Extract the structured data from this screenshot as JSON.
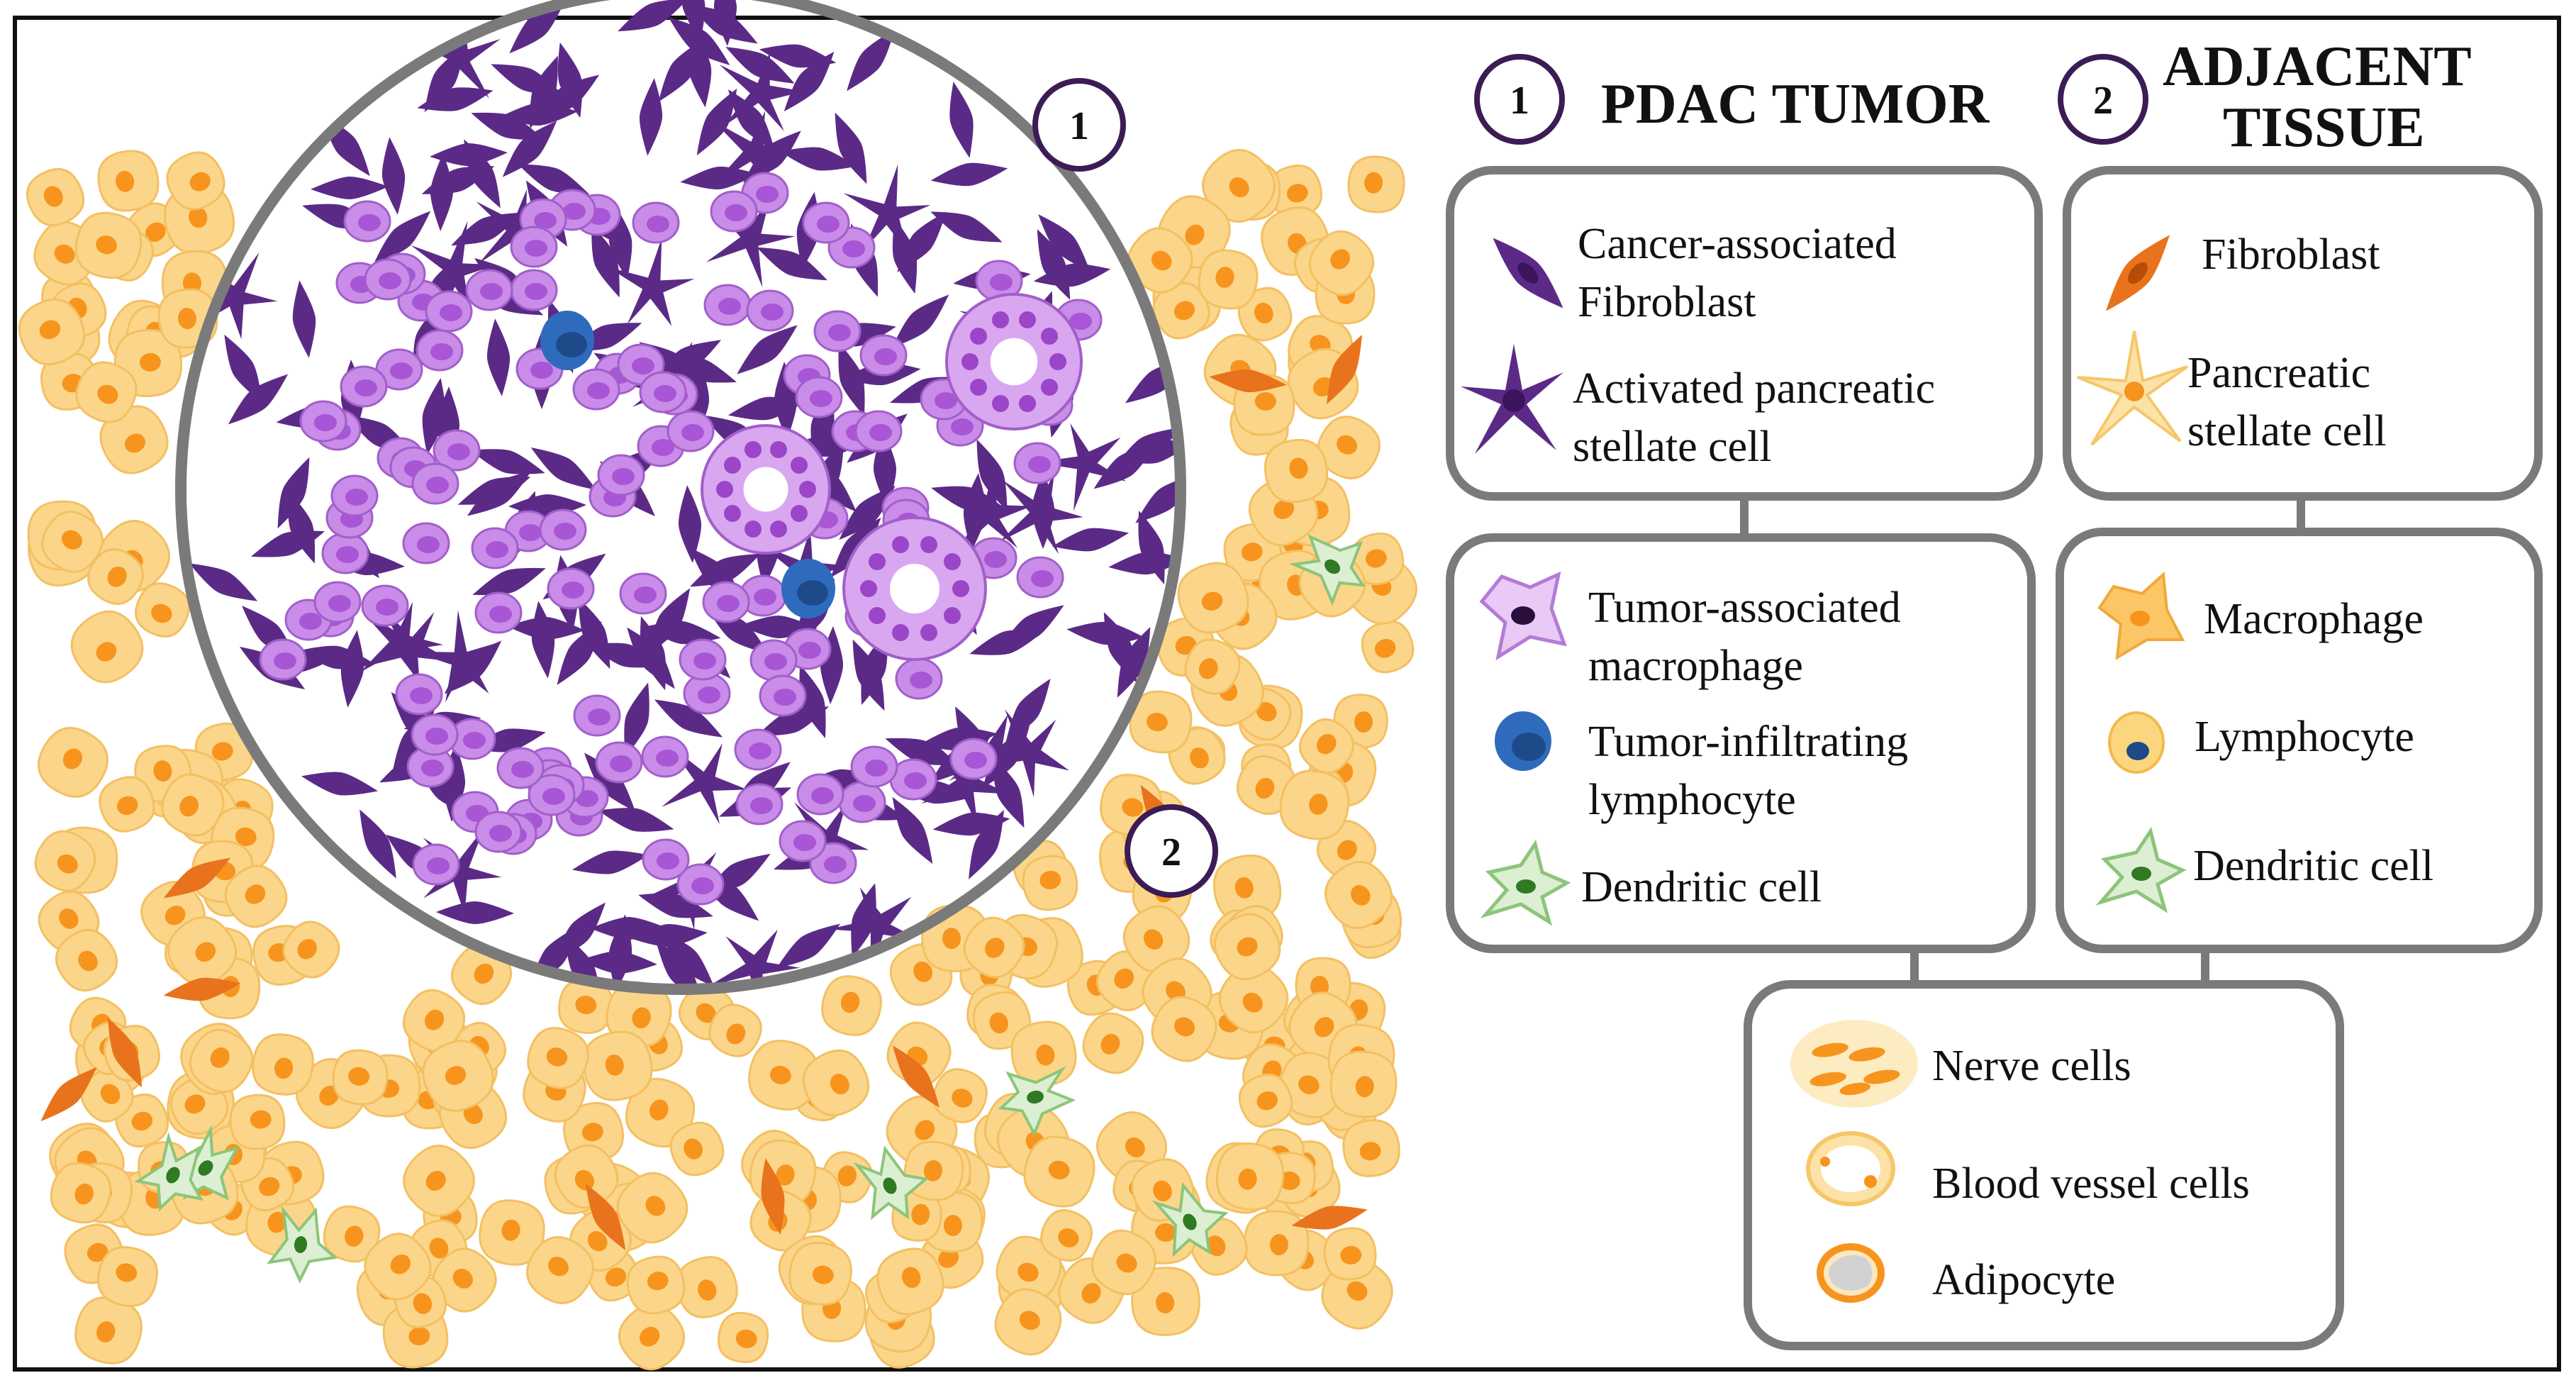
{
  "regions": {
    "tumor": {
      "badge": "1",
      "title": "PDAC TUMOR"
    },
    "adjacent": {
      "badge": "2",
      "title_line1": "ADJACENT",
      "title_line2": "TISSUE"
    }
  },
  "legend": {
    "tumor_stroma": [
      {
        "line1": "Cancer-associated",
        "line2": "Fibroblast",
        "icon": "fibroblast-purple-icon"
      },
      {
        "line1": "Activated pancreatic",
        "line2": "stellate cell",
        "icon": "stellate-purple-icon"
      }
    ],
    "tumor_immune": [
      {
        "line1": "Tumor-associated",
        "line2": "macrophage",
        "icon": "macrophage-purple-icon"
      },
      {
        "line1": "Tumor-infiltrating",
        "line2": "lymphocyte",
        "icon": "lymphocyte-blue-icon"
      },
      {
        "line1": "Dendritic cell",
        "line2": "",
        "icon": "dendritic-green-icon"
      }
    ],
    "adjacent_stroma": [
      {
        "line1": "Fibroblast",
        "line2": "",
        "icon": "fibroblast-orange-icon"
      },
      {
        "line1": "Pancreatic",
        "line2": "stellate cell",
        "icon": "stellate-yellow-icon"
      }
    ],
    "adjacent_immune": [
      {
        "line1": "Macrophage",
        "line2": "",
        "icon": "macrophage-orange-icon"
      },
      {
        "line1": "Lymphocyte",
        "line2": "",
        "icon": "lymphocyte-yellow-icon"
      },
      {
        "line1": "Dendritic cell",
        "line2": "",
        "icon": "dendritic-green-icon"
      }
    ],
    "shared": [
      {
        "line1": "Nerve cells",
        "icon": "nerve-cells-icon"
      },
      {
        "line1": "Blood vessel cells",
        "icon": "blood-vessel-icon"
      },
      {
        "line1": "Adipocyte",
        "icon": "adipocyte-icon"
      }
    ]
  },
  "colors": {
    "tumor_purple": "#5b2a86",
    "tumor_light": "#c98ce8",
    "tumor_mid": "#a855d6",
    "adjacent_yellow": "#fbd68a",
    "adjacent_orange": "#f7941d",
    "lymph_blue": "#2f5fa8",
    "dendritic_green": "#7dbb6b",
    "outline_gray": "#7a7a7a"
  }
}
